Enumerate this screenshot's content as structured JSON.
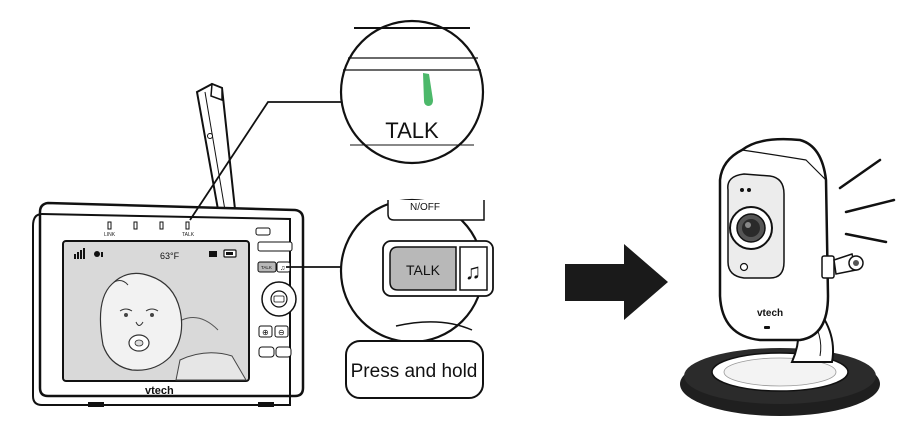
{
  "monitor": {
    "brand": "vtech",
    "temperature": "63°F",
    "indicator_labels": [
      "LINK",
      "",
      "",
      "TALK"
    ],
    "talk_button_label": "TALK"
  },
  "zoom_top": {
    "label": "TALK",
    "led_color": "#4cb86a"
  },
  "zoom_bottom": {
    "top_partial_text": "N/OFF",
    "talk_button_label": "TALK",
    "music_icon": "music-note-icon",
    "talk_button_fill": "#b8b8b8"
  },
  "instruction": {
    "text": "Press and hold"
  },
  "camera": {
    "brand": "vtech"
  },
  "arrow": {
    "icon": "right-arrow-icon",
    "color": "#1a1a1a"
  }
}
